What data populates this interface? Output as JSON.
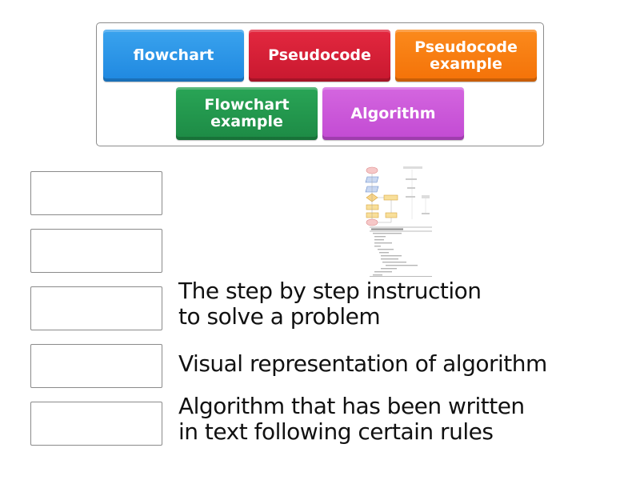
{
  "tiles": [
    {
      "label": "flowchart",
      "color": "#2a93e6"
    },
    {
      "label": "Pseudocode",
      "color": "#d61f36"
    },
    {
      "label": "Pseudocode example",
      "color": "#f57d10"
    },
    {
      "label": "Flowchart example",
      "color": "#22964c"
    },
    {
      "label": "Algorithm",
      "color": "#cb55d9"
    }
  ],
  "clues": [
    {
      "type": "image",
      "description": "flowchart and pseudocode example thumbnail"
    },
    {
      "type": "image",
      "description": "pseudocode example (part of thumbnail)"
    },
    {
      "type": "text",
      "text": "The step by step instruction\nto solve a problem"
    },
    {
      "type": "text",
      "text": "Visual representation of algorithm"
    },
    {
      "type": "text",
      "text": "Algorithm that has been written\nin text following certain rules"
    }
  ]
}
